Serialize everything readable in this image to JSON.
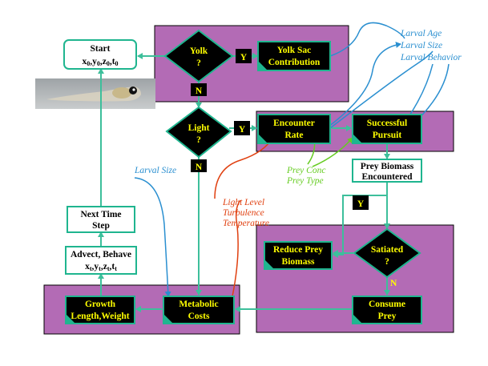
{
  "nodes": {
    "start": {
      "line1": "Start",
      "line2": "x",
      "line2_sub": "0",
      "line2_rest": ",y",
      "line2_sub2": "0",
      "line2_rest2": ",z",
      "line2_sub3": "0",
      "line2_rest3": ",t",
      "line2_sub4": "0"
    },
    "yolk": {
      "line1": "Yolk",
      "line2": "?"
    },
    "yolk_sac": {
      "line1": "Yolk Sac",
      "line2": "Contribution"
    },
    "light": {
      "line1": "Light",
      "line2": "?"
    },
    "encounter": {
      "line1": "Encounter",
      "line2": "Rate"
    },
    "pursuit": {
      "line1": "Successful",
      "line2": "Pursuit"
    },
    "prey_biomass": {
      "line1": "Prey Biomass",
      "line2": "Encountered"
    },
    "satiated": {
      "line1": "Satiated",
      "line2": "?"
    },
    "reduce_prey": {
      "line1": "Reduce Prey",
      "line2": "Biomass"
    },
    "consume": {
      "line1": "Consume",
      "line2": "Prey"
    },
    "metabolic": {
      "line1": "Metabolic",
      "line2": "Costs"
    },
    "growth": {
      "line1": "Growth",
      "line2": "Length,Weight"
    },
    "next_time": {
      "line1": "Next Time",
      "line2": "Step"
    },
    "advect": {
      "line1": "Advect, Behave",
      "l2a": "x",
      "l2a_sub": "t",
      "l2b": ",y",
      "l2b_sub": "t",
      "l2c": ",z",
      "l2c_sub": "t",
      "l2d": ",t",
      "l2d_sub": "t"
    }
  },
  "labels": {
    "yolk_yes": "Y",
    "yolk_no": "N",
    "light_yes": "Y",
    "light_no": "N",
    "satiated_yes": "Y",
    "satiated_no": "N"
  },
  "annotations": {
    "larval_age": "Larval Age",
    "larval_size_top": "Larval Size",
    "larval_behavior": "Larval Behavior",
    "prey_conc": "Prey Conc",
    "prey_type": "Prey Type",
    "light_level": "Light Level",
    "turbulence": "Turbulence",
    "temperature": "Temperature",
    "larval_size_left": "Larval Size"
  },
  "colors": {
    "panel": "#b36bb5",
    "box_border": "#1fb58f",
    "arrow": "#3dbf9b",
    "blue_anno": "#2a8fd0",
    "green_anno": "#66cc22",
    "red_anno": "#e04010",
    "diamond": "#000000"
  }
}
